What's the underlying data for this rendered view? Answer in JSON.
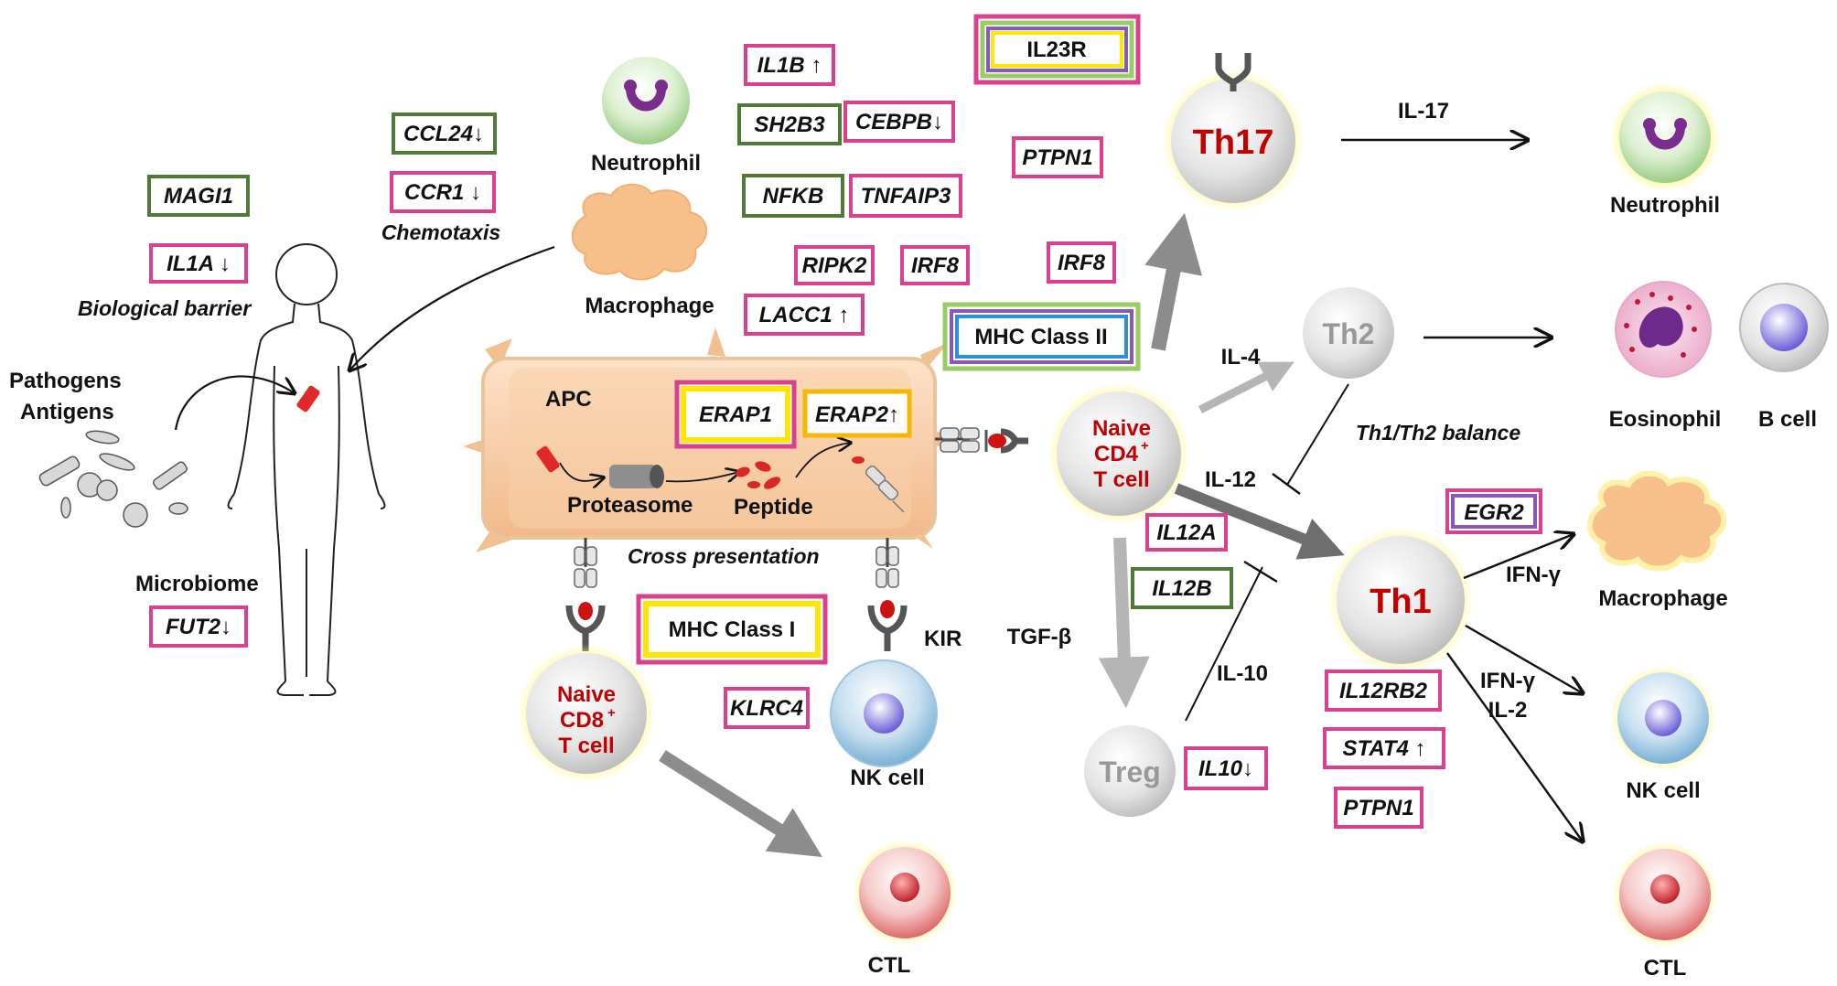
{
  "colors": {
    "pink": "#d9418f",
    "green": "#4f7a35",
    "yellow": "#ffe500",
    "purple": "#8a56b8",
    "blue": "#2c8ee0",
    "lightgreen": "#9acc66",
    "cell_red": "#c00000",
    "apc_fill": "#f6c9a2"
  },
  "cells": {
    "th17": "Th17",
    "th2": "Th2",
    "th1": "Th1",
    "treg": "Treg",
    "naive_cd4_line1": "Naive",
    "naive_cd4_line2": "CD4",
    "naive_cd4_sup": "+",
    "naive_cd4_line3": "T cell",
    "naive_cd8_line1": "Naive",
    "naive_cd8_line2": "CD8",
    "naive_cd8_sup": "+",
    "naive_cd8_line3": "T cell"
  },
  "labels": {
    "neutrophil_top": "Neutrophil",
    "macrophage_top": "Macrophage",
    "neutrophil_right": "Neutrophil",
    "eosinophil": "Eosinophil",
    "b_cell": "B cell",
    "macrophage_right": "Macrophage",
    "nk_cell_right": "NK cell",
    "ctl_right": "CTL",
    "nk_cell_mid": "NK cell",
    "ctl_bottom": "CTL",
    "apc": "APC",
    "proteasome": "Proteasome",
    "peptide": "Peptide",
    "cross_presentation": "Cross presentation",
    "chemotaxis": "Chemotaxis",
    "biological_barrier": "Biological barrier",
    "pathogens": "Pathogens",
    "antigens": "Antigens",
    "microbiome": "Microbiome",
    "th1_th2_balance": "Th1/Th2 balance",
    "kir": "KIR"
  },
  "cytokines": {
    "il17": "IL-17",
    "il4": "IL-4",
    "il12": "IL-12",
    "tgfb": "TGF-β",
    "il10": "IL-10",
    "ifng_mac": "IFN-γ",
    "ifng_nk": "IFN-γ",
    "il2": "IL-2"
  },
  "genes": {
    "magi1": "MAGI1",
    "il1a": "IL1A ↓",
    "fut2": "FUT2↓",
    "ccl24": "CCL24↓",
    "ccr1": "CCR1 ↓",
    "il1b": "IL1B ↑",
    "sh2b3": "SH2B3",
    "cebpb": "CEBPB↓",
    "nfkb": "NFKB",
    "tnfaip3": "TNFAIP3",
    "ripk2": "RIPK2",
    "irf8_a": "IRF8",
    "lacc1": "LACC1 ↑",
    "ptpn1_top": "PTPN1",
    "irf8_b": "IRF8",
    "il23r": "IL23R",
    "mhc2": "MHC Class II",
    "erap1": "ERAP1",
    "erap2": "ERAP2↑",
    "mhc1": "MHC Class I",
    "klrc4": "KLRC4",
    "il12a": "IL12A",
    "il12b": "IL12B",
    "il10": "IL10↓",
    "egr2": "EGR2",
    "il12rb2": "IL12RB2",
    "stat4": "STAT4 ↑",
    "ptpn1_bot": "PTPN1"
  }
}
